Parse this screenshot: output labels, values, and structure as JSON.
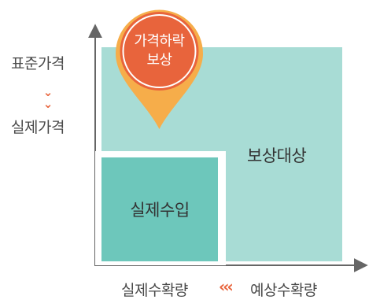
{
  "y_axis": {
    "top_label": "표준가격",
    "bottom_label": "실제가격",
    "connector_icon": "double-chevron-down-icon"
  },
  "x_axis": {
    "left_label": "실제수확량",
    "right_label": "예상수확량",
    "connector_icon": "double-chevron-left-icon"
  },
  "regions": {
    "outer_label": "보상대상",
    "inner_label": "실제수입"
  },
  "marker": {
    "line1": "가격하락",
    "line2": "보상",
    "icon": "map-pin-icon"
  },
  "colors": {
    "axis": "#666666",
    "outer_fill": "#a8dcd5",
    "inner_fill": "#6dc7bb",
    "pin_fill": "#f6ad4a",
    "accent": "#e8643c"
  }
}
